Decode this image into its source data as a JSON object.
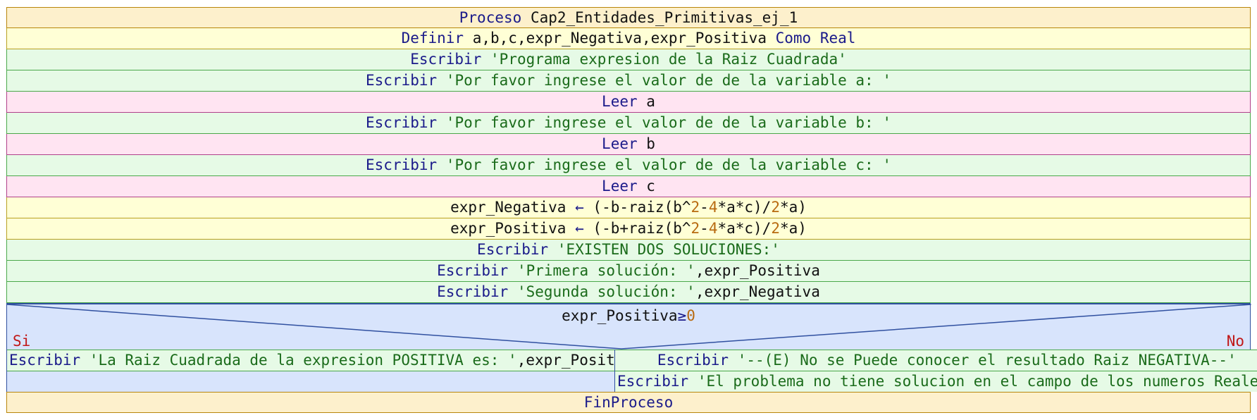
{
  "proceso": {
    "kw": "Proceso",
    "name": "Cap2_Entidades_Primitivas_ej_1"
  },
  "definir": {
    "kw": "Definir",
    "vars": "a,b,c,expr_Negativa,expr_Positiva",
    "como": "Como",
    "tipo": "Real"
  },
  "steps": [
    {
      "kw": "Escribir",
      "text": "'Programa expresion de la Raiz Cuadrada'"
    },
    {
      "kw": "Escribir",
      "text": "'Por favor ingrese el valor de de la variable a: '"
    },
    {
      "kw": "Leer",
      "var": "a"
    },
    {
      "kw": "Escribir",
      "text": "'Por favor ingrese el valor de de la variable b: '"
    },
    {
      "kw": "Leer",
      "var": "b"
    },
    {
      "kw": "Escribir",
      "text": "'Por favor ingrese el valor de de la variable c: '"
    },
    {
      "kw": "Leer",
      "var": "c"
    }
  ],
  "assign_neg": {
    "lhs": "expr_Negativa",
    "arrow": "←",
    "p1": "(-b-raiz(b^",
    "n1": "2",
    "p2": "-",
    "n2": "4",
    "p3": "*a*c)/",
    "n3": "2",
    "p4": "*a)"
  },
  "assign_pos": {
    "lhs": "expr_Positiva",
    "arrow": "←",
    "p1": "(-b+raiz(b^",
    "n1": "2",
    "p2": "-",
    "n2": "4",
    "p3": "*a*c)/",
    "n3": "2",
    "p4": "*a)"
  },
  "out_sol": [
    {
      "kw": "Escribir",
      "text": "'EXISTEN DOS SOLUCIONES:'",
      "var": ""
    },
    {
      "kw": "Escribir",
      "text": "'Primera solución: '",
      "var": ",expr_Positiva"
    },
    {
      "kw": "Escribir",
      "text": "'Segunda solución: '",
      "var": ",expr_Negativa"
    }
  ],
  "condition": {
    "var": "expr_Positiva",
    "op": "≥",
    "num": "0",
    "yes": "Si",
    "no": "No"
  },
  "yes_branch": {
    "kw": "Escribir",
    "text": "'La Raiz Cuadrada de la expresion POSITIVA es: '",
    "var": ",expr_Positiva"
  },
  "no_branch": [
    {
      "kw": "Escribir",
      "text": "'--(E) No se Puede conocer el resultado Raiz NEGATIVA--'"
    },
    {
      "kw": "Escribir",
      "text": "'El problema no tiene solucion en el campo de los numeros Reales'"
    }
  ],
  "fin": "FinProceso"
}
